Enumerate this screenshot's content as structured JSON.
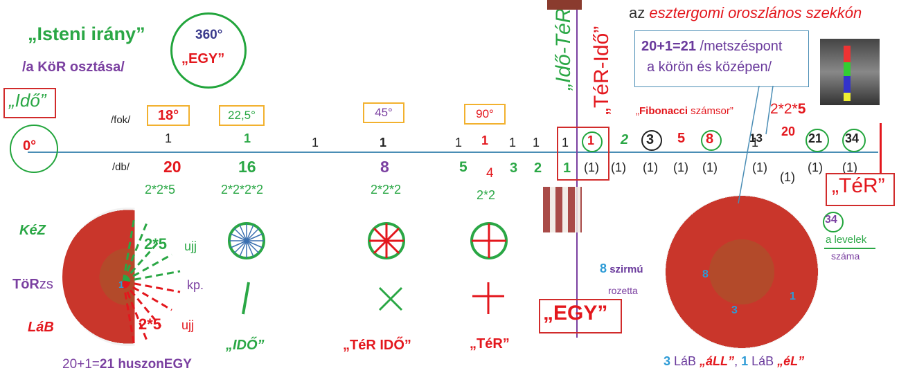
{
  "title": {
    "quote_open": "„",
    "text": "Isteni irány",
    "quote_close": "”"
  },
  "subtitle": "/a KöR osztása/",
  "top_circle": {
    "degrees": "360°",
    "egy": "„EGY”"
  },
  "ido_box": "„Idő”",
  "zero_circle": "0°",
  "fok_label": "/fok/",
  "db_label": "/db/",
  "degree_boxes": [
    "18°",
    "22,5°",
    "45°",
    "90°"
  ],
  "top_row": [
    "1",
    "1",
    "1",
    "1",
    "1",
    "1",
    "1",
    "1",
    "1",
    "1"
  ],
  "fib_row": [
    "1",
    "2",
    "3",
    "5",
    "8",
    "13",
    "20",
    "21",
    "34"
  ],
  "db_row": [
    "20",
    "16",
    "8",
    "5",
    "4",
    "3",
    "2",
    "1"
  ],
  "paren_ones": [
    "(1)",
    "(1)",
    "(1)",
    "(1)",
    "(1)",
    "(1)",
    "(1)",
    "(1)",
    "(1)"
  ],
  "products": [
    "2*2*5",
    "2*2*2*2",
    "2*2*2",
    "2*2"
  ],
  "vertical_labels": {
    "left": "„Idő-TéR”",
    "right": "„TéR-Idő”"
  },
  "top_right_text": {
    "prefix": "az ",
    "highlight": "esztergomi oroszlános szekkón"
  },
  "callout": {
    "bold": "20+1=21",
    "line1": " /metszéspont",
    "line2": "a körön és középen/"
  },
  "fibonacci": {
    "bold": "Fibonacci",
    "rest": " számsor”",
    "quote": "„",
    "product": "2*2*",
    "product_last": "5"
  },
  "ter_box": "„TéR”",
  "egy_box": "„EGY”",
  "left_labels": {
    "kez": "KéZ",
    "torzs_bold": "TöR",
    "torzs_rest": "zs",
    "lab": "LáB"
  },
  "left_annotations": {
    "top": "2*5",
    "top_unit": "ujj",
    "middle": "kp.",
    "bottom": "2*5",
    "bottom_unit": "ujj",
    "lion_number": "1"
  },
  "bottom_left": {
    "plain": "20+1=",
    "bold": "21 huszonEGY"
  },
  "symbol_labels": [
    "„IDŐ”",
    "„TéR IDŐ”",
    "„TéR”"
  ],
  "rosette": {
    "number": "8",
    "word": "szirmú",
    "word2": "rozetta"
  },
  "leaves": {
    "number": "34",
    "line1": "a levelek",
    "line2": "száma"
  },
  "lion_overlay": [
    "8",
    "3",
    "1"
  ],
  "bottom_right": {
    "n1": "3",
    "t1": " LáB ",
    "q1": "„áLL”",
    "sep": ", ",
    "n2": "1",
    "t2": " LáB ",
    "q2": "„éL”"
  }
}
